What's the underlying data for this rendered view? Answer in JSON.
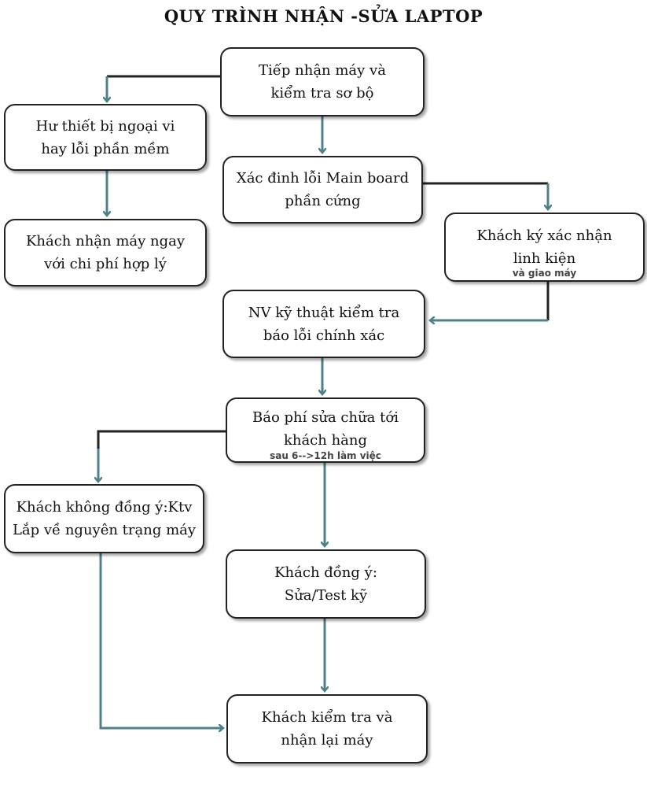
{
  "title": "QUY TRÌNH NHẬN -SỬA  LAPTOP",
  "colors": {
    "arrow": "#4f8189",
    "line": "#222222",
    "border": "#222222"
  },
  "nodes": {
    "receive": {
      "line1": "Tiếp nhận máy và",
      "line2": "kiểm tra sơ bộ"
    },
    "peripheral": {
      "line1": "Hư thiết bị ngoại vi",
      "line2": "hay lỗi phần mềm"
    },
    "take_back": {
      "line1": "Khách nhận máy ngay",
      "line2": "với chi phí hợp lý"
    },
    "mainboard": {
      "line1": "Xác đinh lỗi Main board",
      "line2": "phần cứng"
    },
    "sign_confirm": {
      "line1": "Khách ký xác nhận",
      "line2": "linh kiện",
      "note": "và giao máy"
    },
    "tech_check": {
      "line1": "NV kỹ thuật kiểm tra",
      "line2": "báo lỗi chính xác"
    },
    "quote": {
      "line1": "Báo phí sửa chữa tới",
      "line2": "khách hàng",
      "note": "sau 6-->12h làm việc"
    },
    "disagree": {
      "line1": "Khách không đồng ý:Ktv",
      "line2": "Lắp về nguyên trạng máy"
    },
    "agree": {
      "line1": "Khách đồng ý:",
      "line2": "Sửa/Test kỹ"
    },
    "final": {
      "line1": "Khách kiểm tra và",
      "line2": "nhận lại máy"
    }
  }
}
